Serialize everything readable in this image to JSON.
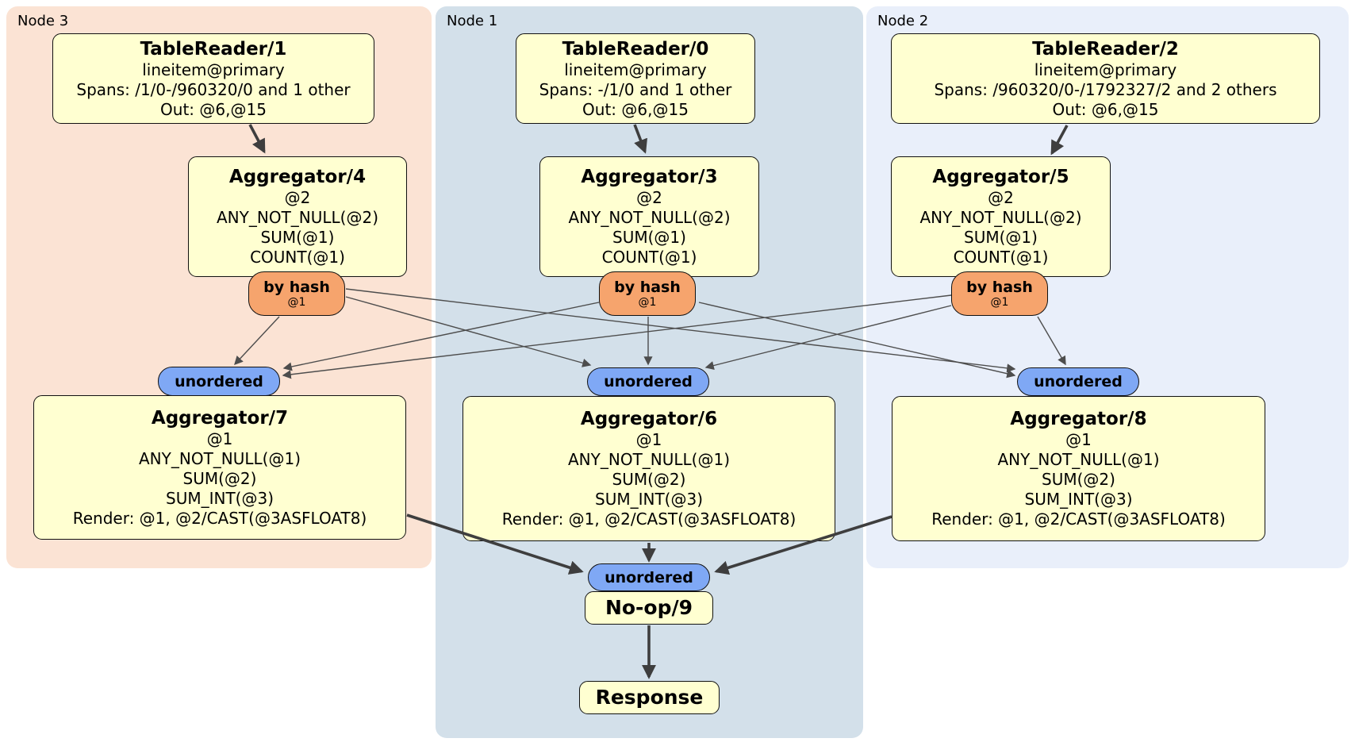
{
  "regions": {
    "node3": {
      "label": "Node 3"
    },
    "node1": {
      "label": "Node 1"
    },
    "node2": {
      "label": "Node 2"
    }
  },
  "processors": {
    "tr1": {
      "title": "TableReader/1",
      "lines": [
        "lineitem@primary",
        "Spans: /1/0-/960320/0 and 1 other",
        "Out: @6,@15"
      ]
    },
    "tr0": {
      "title": "TableReader/0",
      "lines": [
        "lineitem@primary",
        "Spans: -/1/0 and 1 other",
        "Out: @6,@15"
      ]
    },
    "tr2": {
      "title": "TableReader/2",
      "lines": [
        "lineitem@primary",
        "Spans: /960320/0-/1792327/2 and 2 others",
        "Out: @6,@15"
      ]
    },
    "agg4": {
      "title": "Aggregator/4",
      "lines": [
        "@2",
        "ANY_NOT_NULL(@2)",
        "SUM(@1)",
        "COUNT(@1)"
      ]
    },
    "agg3": {
      "title": "Aggregator/3",
      "lines": [
        "@2",
        "ANY_NOT_NULL(@2)",
        "SUM(@1)",
        "COUNT(@1)"
      ]
    },
    "agg5": {
      "title": "Aggregator/5",
      "lines": [
        "@2",
        "ANY_NOT_NULL(@2)",
        "SUM(@1)",
        "COUNT(@1)"
      ]
    },
    "agg7": {
      "title": "Aggregator/7",
      "lines": [
        "@1",
        "ANY_NOT_NULL(@1)",
        "SUM(@2)",
        "SUM_INT(@3)",
        "Render: @1, @2/CAST(@3ASFLOAT8)"
      ]
    },
    "agg6": {
      "title": "Aggregator/6",
      "lines": [
        "@1",
        "ANY_NOT_NULL(@1)",
        "SUM(@2)",
        "SUM_INT(@3)",
        "Render: @1, @2/CAST(@3ASFLOAT8)"
      ]
    },
    "agg8": {
      "title": "Aggregator/8",
      "lines": [
        "@1",
        "ANY_NOT_NULL(@1)",
        "SUM(@2)",
        "SUM_INT(@3)",
        "Render: @1, @2/CAST(@3ASFLOAT8)"
      ]
    },
    "noop": {
      "title": "No-op/9"
    },
    "response": {
      "title": "Response"
    }
  },
  "routers": {
    "hash1": {
      "label": "by hash",
      "detail": "@1"
    },
    "hash2": {
      "label": "by hash",
      "detail": "@1"
    },
    "hash3": {
      "label": "by hash",
      "detail": "@1"
    }
  },
  "syncs": {
    "left": {
      "label": "unordered"
    },
    "center": {
      "label": "unordered"
    },
    "right": {
      "label": "unordered"
    },
    "final": {
      "label": "unordered"
    }
  },
  "colors": {
    "node3_bg": "#fbe3d4",
    "node1_bg": "#d3e0ea",
    "node2_bg": "#e9effa",
    "processor_fill": "#ffffd1",
    "router_fill": "#f6a46d",
    "sync_fill": "#7fa8f5",
    "edge": "#3e3e3e"
  }
}
